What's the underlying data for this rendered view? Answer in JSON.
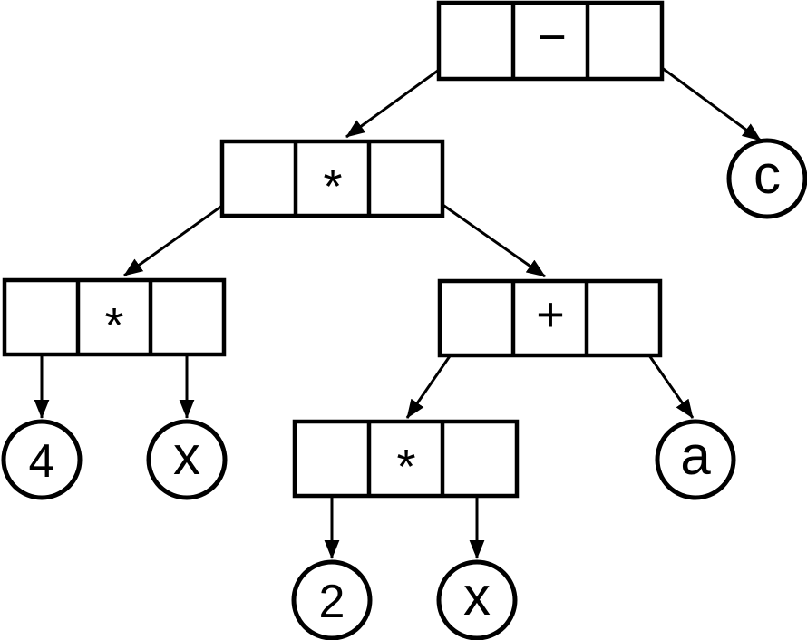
{
  "diagram": {
    "background_color": "#ffffff",
    "line_color": "#000000"
  },
  "nodes": [
    {
      "id": "root",
      "op": "−"
    },
    {
      "id": "mul-level2",
      "op": "*"
    },
    {
      "id": "mul-level3",
      "op": "*"
    },
    {
      "id": "plus-level3",
      "op": "+"
    },
    {
      "id": "mul-level4",
      "op": "*"
    }
  ],
  "leaves": [
    {
      "id": "c",
      "label": "c"
    },
    {
      "id": "four",
      "label": "4"
    },
    {
      "id": "x-upper",
      "label": "x"
    },
    {
      "id": "a",
      "label": "a"
    },
    {
      "id": "two",
      "label": "2"
    },
    {
      "id": "x-lower",
      "label": "x"
    }
  ]
}
